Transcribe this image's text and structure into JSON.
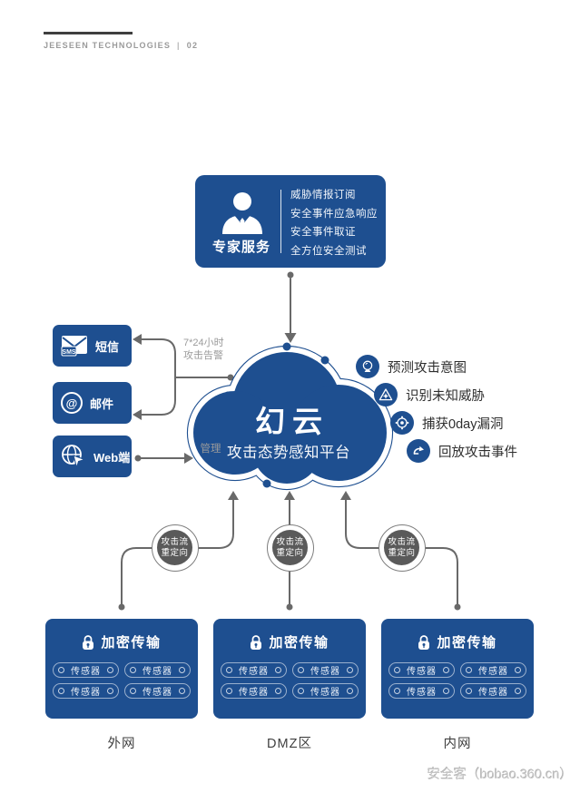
{
  "header": {
    "brand": "JEESEEN TECHNOLOGIES",
    "divider": "|",
    "page_no": "02"
  },
  "expert_card": {
    "title": "专家服务",
    "services": [
      "威胁情报订阅",
      "安全事件应急响应",
      "安全事件取证",
      "全方位安全测试"
    ]
  },
  "cloud": {
    "title": "幻云",
    "subtitle": "攻击态势感知平台"
  },
  "alert_note": {
    "line1": "7*24小时",
    "line2": "攻击告警"
  },
  "manage_note": {
    "label": "管理"
  },
  "channels": [
    {
      "label": "短信",
      "icon": "sms-envelope-icon",
      "icon_text": "SMS"
    },
    {
      "label": "邮件",
      "icon": "at-email-icon",
      "icon_text": "@"
    },
    {
      "label": "Web端",
      "icon": "globe-cursor-icon"
    }
  ],
  "capabilities": [
    {
      "label": "预测攻击意图",
      "icon": "crystal-ball-icon"
    },
    {
      "label": "识别未知威胁",
      "icon": "unknown-threat-icon"
    },
    {
      "label": "捕获0day漏洞",
      "icon": "capture-vuln-icon"
    },
    {
      "label": "回放攻击事件",
      "icon": "replay-icon"
    }
  ],
  "redirectors": [
    {
      "line1": "攻击流",
      "line2": "重定向"
    },
    {
      "line1": "攻击流",
      "line2": "重定向"
    },
    {
      "line1": "攻击流",
      "line2": "重定向"
    }
  ],
  "zones": [
    {
      "network": "外网",
      "title": "加密传输",
      "sensors": [
        "传感器",
        "传感器",
        "传感器",
        "传感器"
      ]
    },
    {
      "network": "DMZ区",
      "title": "加密传输",
      "sensors": [
        "传感器",
        "传感器",
        "传感器",
        "传感器"
      ]
    },
    {
      "network": "内网",
      "title": "加密传输",
      "sensors": [
        "传感器",
        "传感器",
        "传感器",
        "传感器"
      ]
    }
  ],
  "watermark": "安全客（bobao.360.cn）",
  "colors": {
    "primary_blue": "#1e4f90",
    "wire_gray": "#696969",
    "redirector_gray": "#5a5a5a",
    "note_gray": "#9b9b9b"
  }
}
